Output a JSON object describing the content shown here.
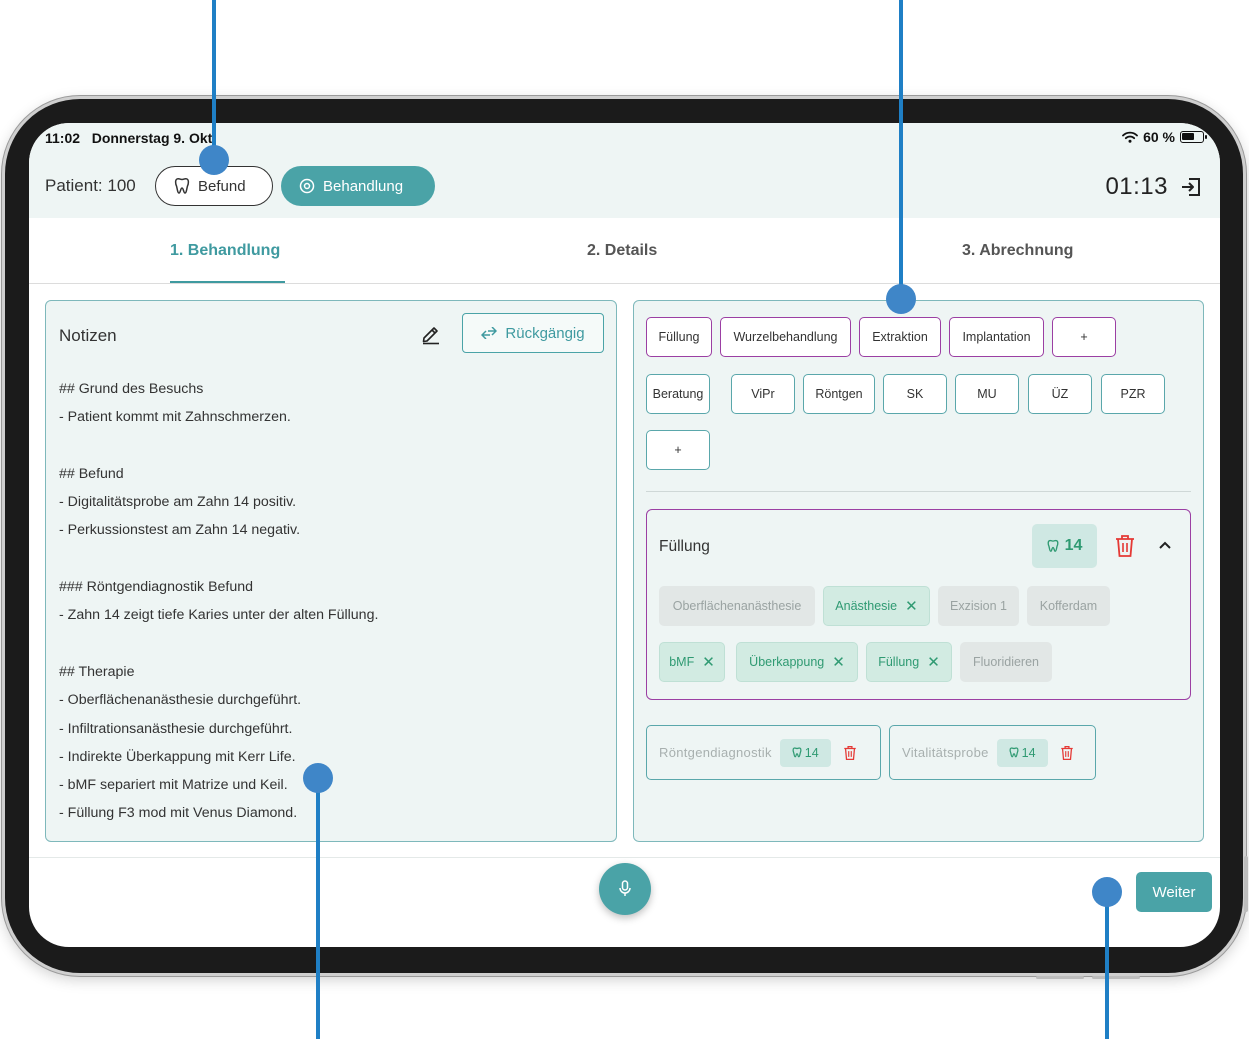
{
  "status_bar": {
    "time": "11:02",
    "date": "Donnerstag 9. Okt",
    "battery": "60 %"
  },
  "header": {
    "patient": "Patient: 100",
    "mode_befund": "Befund",
    "mode_behandlung": "Behandlung",
    "timer": "01:13"
  },
  "tabs": [
    {
      "label": "1. Behandlung"
    },
    {
      "label": "2. Details"
    },
    {
      "label": "3. Abrechnung"
    }
  ],
  "notes": {
    "title": "Notizen",
    "undo_label": "Rückgängig",
    "lines": [
      "## Grund des Besuchs",
      "- Patient kommt mit Zahnschmerzen.",
      "",
      "## Befund",
      "- Digitalitätsprobe am Zahn 14 positiv.",
      "- Perkussionstest am Zahn 14 negativ.",
      "",
      "### Röntgendiagnostik Befund",
      "- Zahn 14 zeigt tiefe Karies unter der alten Füllung.",
      "",
      "## Therapie",
      "- Oberflächenanästhesie durchgeführt.",
      "- Infiltrationsanästhesie durchgeführt.",
      "- Indirekte Überkappung mit Kerr Life.",
      "- bMF separiert mit Matrize und Keil.",
      "- Füllung F3 mod mit Venus Diamond."
    ]
  },
  "treatments": {
    "primary": [
      "Füllung",
      "Wurzelbehandlung",
      "Extraktion",
      "Implantation",
      "+"
    ],
    "secondary": [
      "Beratung",
      "ViPr",
      "Röntgen",
      "SK",
      "MU",
      "ÜZ",
      "PZR",
      "+"
    ]
  },
  "active_treatment": {
    "title": "Füllung",
    "tooth": "14",
    "steps": [
      {
        "label": "Oberflächenanästhesie",
        "selected": false
      },
      {
        "label": "Anästhesie",
        "selected": true
      },
      {
        "label": "Exzision 1",
        "selected": false
      },
      {
        "label": "Kofferdam",
        "selected": false
      },
      {
        "label": "bMF",
        "selected": true
      },
      {
        "label": "Überkappung",
        "selected": true
      },
      {
        "label": "Füllung",
        "selected": true
      },
      {
        "label": "Fluoridieren",
        "selected": false
      }
    ]
  },
  "collapsed_treatments": [
    {
      "label": "Röntgendiagnostik",
      "tooth": "14"
    },
    {
      "label": "Vitalitätsprobe",
      "tooth": "14"
    }
  ],
  "footer": {
    "next_label": "Weiter"
  },
  "colors": {
    "accent": "#4aa3a7",
    "primary_border": "#9b3fa3",
    "success": "#2f9a72",
    "danger": "#e53935",
    "callout": "#1f7fc5"
  }
}
